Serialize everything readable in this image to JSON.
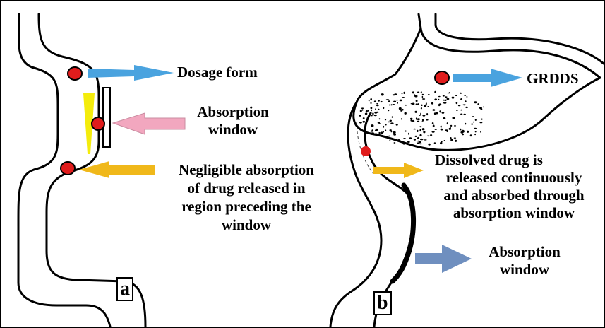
{
  "colors": {
    "blue_arrow": "#4aa3df",
    "pink_arrow": "#f2a7bf",
    "gold_arrow": "#f0b81a",
    "yellow_band": "#f4ec0c",
    "steel_arrow": "#6f8fbf",
    "dot_red": "#e01c1c",
    "outline": "#000000"
  },
  "panel_a": {
    "tag": "a",
    "labels": {
      "dosage_form": "Dosage form",
      "absorption_window_line1": "Absorption",
      "absorption_window_line2": "window",
      "negligible_line1": "Negligible absorption",
      "negligible_line2": "of drug released in",
      "negligible_line3": "region preceding the",
      "negligible_line4": "window"
    }
  },
  "panel_b": {
    "tag": "b",
    "labels": {
      "grdds": "GRDDS",
      "dissolved_line1": "Dissolved drug is",
      "dissolved_line2": "released continuously",
      "dissolved_line3": "and absorbed through",
      "dissolved_line4": "absorption window",
      "absorption_window_line1": "Absorption",
      "absorption_window_line2": "window"
    }
  }
}
